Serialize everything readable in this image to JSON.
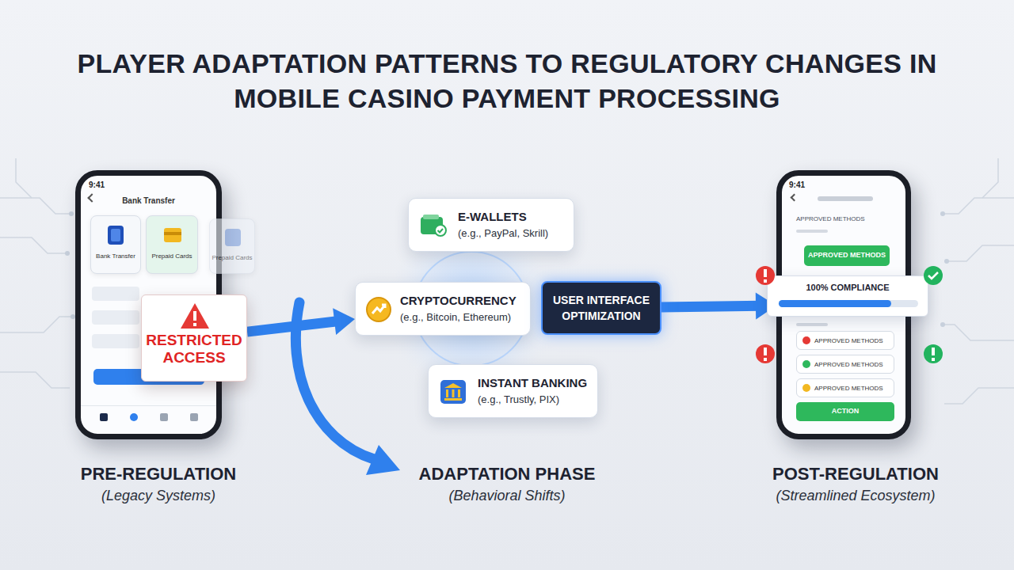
{
  "diagram": {
    "title": "PLAYER ADAPTATION PATTERNS TO REGULATORY CHANGES IN MOBILE CASINO PAYMENT PROCESSING",
    "nodes": [
      {
        "text": [
          "Bank Transfer"
        ]
      },
      {
        "text": [
          "Bank Transfer"
        ],
        "in": 0
      },
      {
        "text": [
          "Prepaid Cards"
        ],
        "in": 0
      },
      {
        "text": [
          "Prepaid Cards"
        ],
        "in": 0
      },
      {
        "text": [
          "RESTRICTED ACCESS"
        ],
        "in": 0
      },
      {
        "text": [
          "E-WALLETS",
          "(e.g., PayPal, Skrill)"
        ]
      },
      {
        "text": [
          "CRYPTOCURRENCY",
          "(e.g., Bitcoin, Ethereum)"
        ]
      },
      {
        "text": [
          "USER INTERFACE OPTIMIZATION"
        ]
      },
      {
        "text": [
          "INSTANT BANKING",
          "(e.g., Trustly, PIX)"
        ]
      },
      {
        "text": [
          "APPROVED METHODS"
        ]
      },
      {
        "text": [
          "APPROVED METHODS"
        ],
        "in": 9
      },
      {
        "text": [
          "100% COMPLIANCE"
        ],
        "in": 9
      },
      {
        "text": [
          "APPROVED METHODS"
        ],
        "in": 9
      },
      {
        "text": [
          "APPROVED METHODS"
        ],
        "in": 9
      },
      {
        "text": [
          "APPROVED METHODS"
        ],
        "in": 9
      },
      {
        "text": [
          "ACTION"
        ],
        "in": 9
      }
    ],
    "edges": [
      {
        "from": 4,
        "to": 6,
        "arrow": "to"
      },
      {
        "from": 7,
        "to": 9,
        "arrow": "to"
      }
    ],
    "labels": [
      "9:41",
      "9:41",
      "PRE-REGULATION",
      "(Legacy Systems)",
      "ADAPTATION PHASE",
      "(Behavioral Shifts)",
      "POST-REGULATION",
      "(Streamlined Ecosystem)"
    ]
  }
}
